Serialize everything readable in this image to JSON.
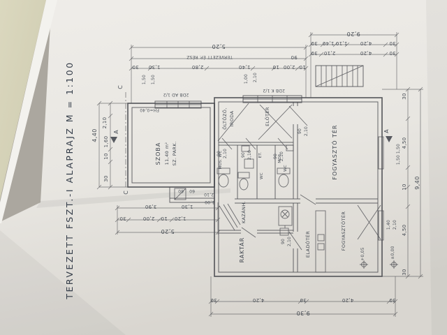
{
  "photo": {
    "background_color": "#aba79f",
    "desk_color": "#d7d4ba",
    "paper_color": "#eae8e4"
  },
  "title_block": {
    "title": "TERVEZETT  FSZT.-I  ALAPRAJZ    M = 1:100"
  },
  "rooms": {
    "szoba": {
      "name": "SZOBA",
      "area": "11,40 m²",
      "floor": "SZ. PARK."
    },
    "oltozo": {
      "l1": "ÖLTÖZŐ,",
      "l2": "IRODA"
    },
    "eloter": {
      "name": "ELŐTÉR"
    },
    "mos_wc": {
      "name": "MOS. WC"
    },
    "et": {
      "name": "ET."
    },
    "wc": {
      "name": "WC"
    },
    "mos": {
      "name": "MOS."
    },
    "wc2": {
      "name": "WC"
    },
    "fogyaszto_ter": {
      "name": "FOGYASZTÓ TÉR"
    },
    "kazanhaz": {
      "name": "KAZÁNH."
    },
    "raktar": {
      "name": "RAKTÁR"
    },
    "eladoter": {
      "name": "ELADÓTÉR"
    },
    "fogyasztoter": {
      "name": "FOGYASZTÓTÉR"
    }
  },
  "levels": {
    "fh": "FH=0,40",
    "plus5": "+0,05",
    "zero": "±0,00"
  },
  "windows": {
    "spec_left": "2DB AD 1/2",
    "spec_right": "2DB K 1/2",
    "dim_left_a": "1,50",
    "dim_left_b": "1,50",
    "dim_right_a": "1,00",
    "dim_right_b": "2,10"
  },
  "markers": {
    "c_top": "C",
    "c_bottom": "C",
    "a_left": "A",
    "a_right": "A"
  },
  "door_dims": [
    {
      "w": "90",
      "h": "2,10"
    },
    {
      "w": "90",
      "h": "2,10"
    },
    {
      "w": "90",
      "h": "2,10"
    },
    {
      "w": "90",
      "h": "2,10"
    },
    {
      "w": "90",
      "h": "2,10"
    },
    {
      "w": "2,10",
      "h": "1,00"
    },
    {
      "w": "60",
      "h": "60"
    }
  ],
  "dims": {
    "top_left": {
      "overall": "5,20",
      "note": "TERVEZETT ÉP. RÉSZ",
      "row": [
        "30",
        "1,30",
        "2,80",
        "1,40",
        "10",
        "2,00",
        "10",
        "90"
      ]
    },
    "top_right": {
      "overall": "9,20",
      "row1": [
        "30",
        "1,40",
        "1,10",
        "4,20",
        "30"
      ],
      "row2": [
        "30",
        "2,10",
        "4,20",
        "30"
      ]
    },
    "right": {
      "overall": "9,40",
      "row": [
        "30",
        "4,50",
        "10",
        "4,50",
        "30"
      ],
      "sub": [
        "1,50",
        "1,50"
      ],
      "door": [
        "1,40",
        "2,10"
      ]
    },
    "bottom": {
      "overall": "9,30",
      "row": [
        "30",
        "4,20",
        "30",
        "4,20",
        "30"
      ]
    },
    "left": {
      "overall": "4,40",
      "row": [
        "30",
        "1,60",
        "10",
        "2,10"
      ]
    },
    "bottom_left": {
      "overall": "5,20",
      "row1": [
        "3,90",
        "1,30"
      ],
      "row2": [
        "30",
        "2,00",
        "10",
        "1,20"
      ]
    }
  }
}
